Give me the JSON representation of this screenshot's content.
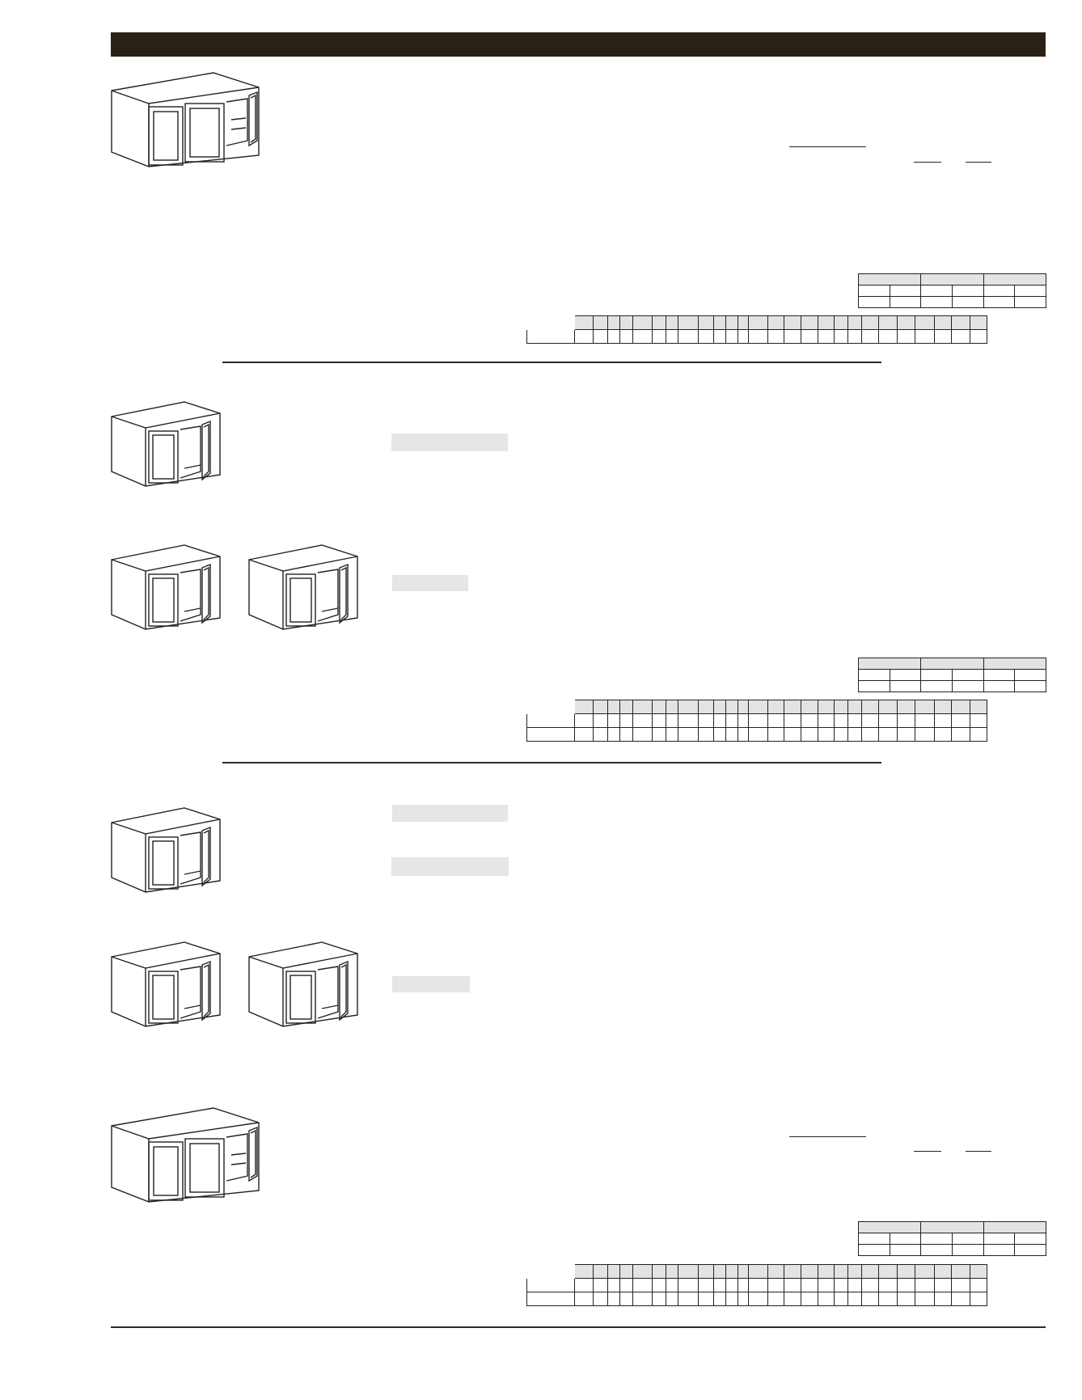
{
  "page": {
    "colors": {
      "header_bar": "#2a2116",
      "rule": "#2b2b2b",
      "highlight_bar": "#e6e6e6",
      "table_header_fill": "#e3e3e3",
      "line_art": "#222222"
    },
    "sections": [
      {
        "id": "section-1",
        "illustration": "wall-cabinet-three-door-icon",
        "rows": 1
      },
      {
        "id": "section-2",
        "illustration": "wall-cabinet-two-door-icon",
        "rows": 2
      },
      {
        "id": "section-3",
        "illustration": "wall-cabinet-two-door-icon",
        "rows": 0
      },
      {
        "id": "section-4",
        "illustration": "wall-cabinet-three-door-icon",
        "rows": 2
      }
    ],
    "price_grid_columns": 27
  }
}
